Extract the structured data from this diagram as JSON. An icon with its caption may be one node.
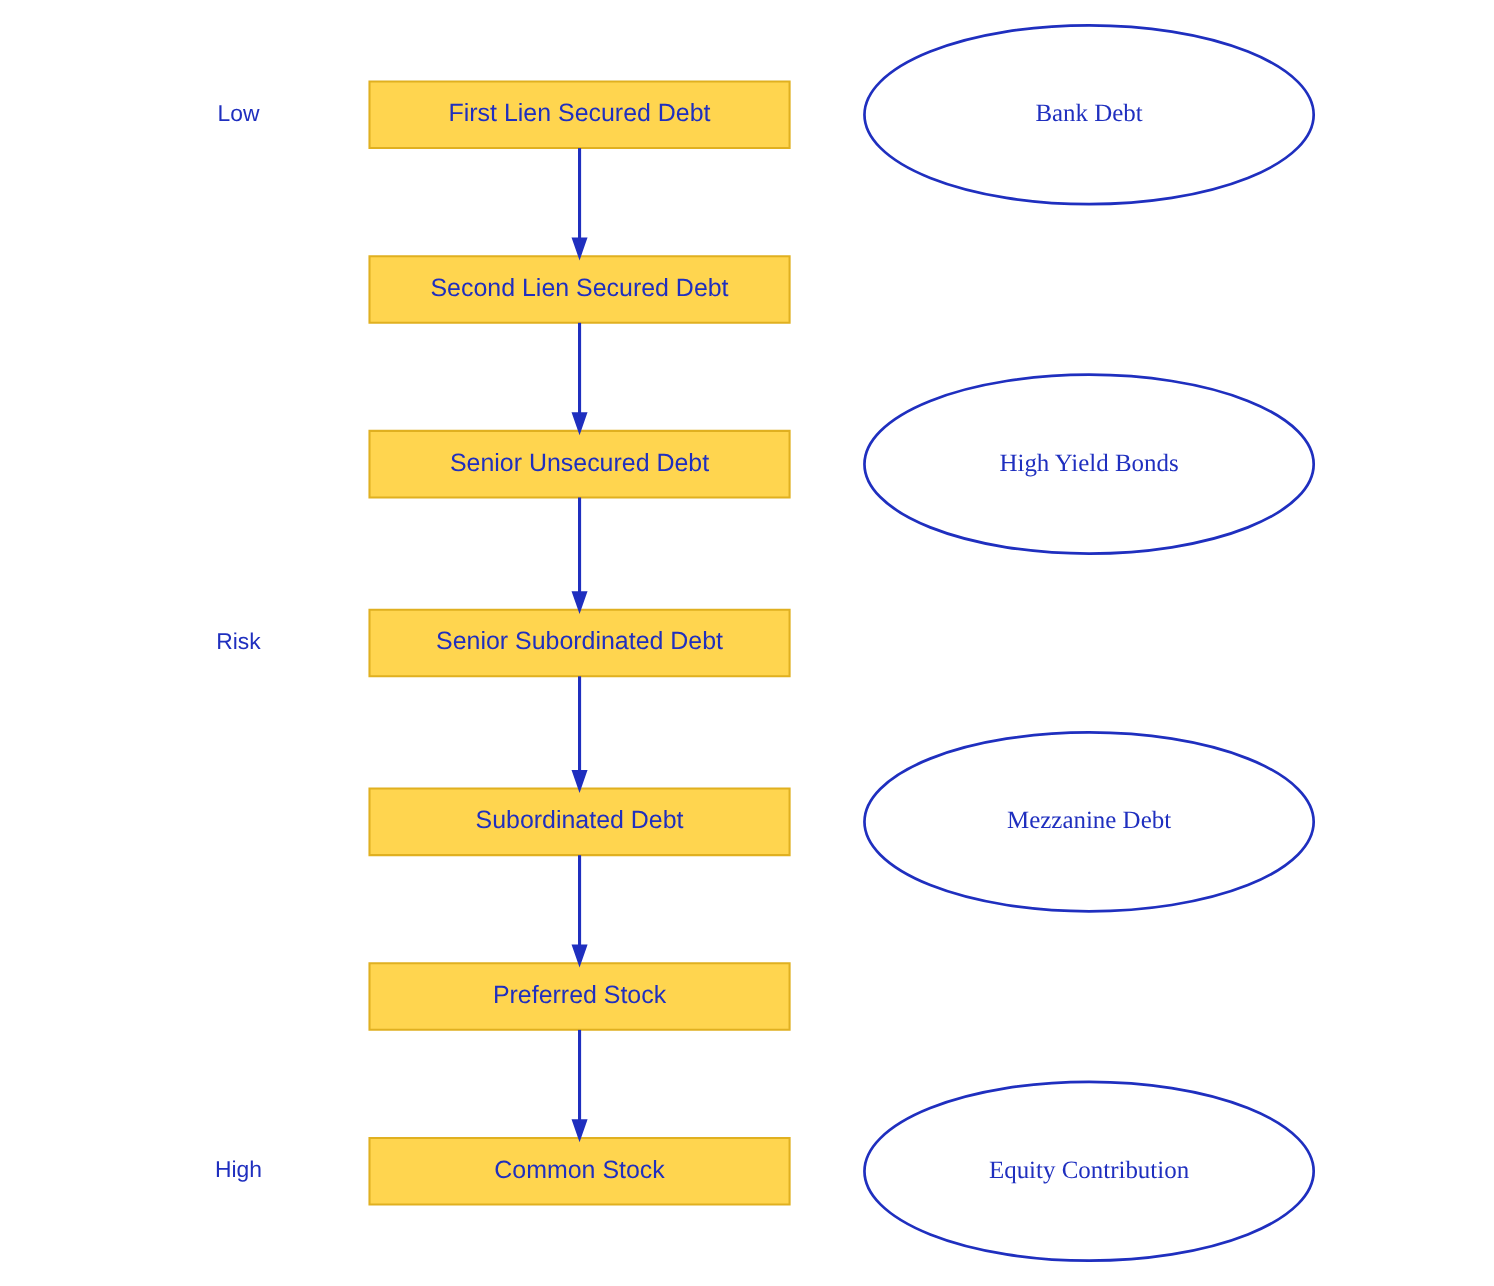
{
  "diagram": {
    "nodes": [
      {
        "text": [
          "First Lien Secured Debt"
        ]
      },
      {
        "text": [
          "Second Lien Secured Debt"
        ]
      },
      {
        "text": [
          "Senior Unsecured Debt"
        ]
      },
      {
        "text": [
          "Senior Subordinated Debt"
        ]
      },
      {
        "text": [
          "Subordinated Debt"
        ]
      },
      {
        "text": [
          "Preferred Stock"
        ]
      },
      {
        "text": [
          "Common Stock"
        ]
      },
      {
        "text": [
          "Bank Debt"
        ]
      },
      {
        "text": [
          "High Yield Bonds"
        ]
      },
      {
        "text": [
          "Mezzanine Debt"
        ]
      },
      {
        "text": [
          "Equity Contribution"
        ]
      }
    ],
    "edges": [
      {
        "from": 0,
        "to": 1,
        "arrow": "to"
      },
      {
        "from": 1,
        "to": 2,
        "arrow": "to"
      },
      {
        "from": 2,
        "to": 3,
        "arrow": "to"
      },
      {
        "from": 3,
        "to": 4,
        "arrow": "to"
      },
      {
        "from": 4,
        "to": 5,
        "arrow": "to"
      },
      {
        "from": 5,
        "to": 6,
        "arrow": "to"
      }
    ],
    "labels": [
      "Low",
      "Risk",
      "High"
    ]
  }
}
